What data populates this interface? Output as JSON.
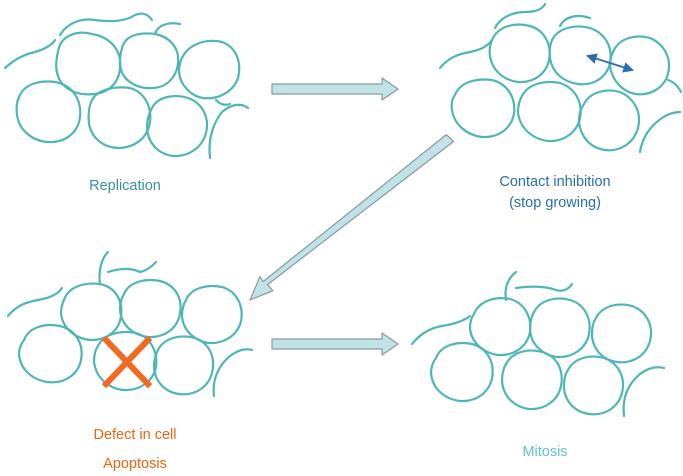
{
  "colors": {
    "cell_stroke": "#4fb6b8",
    "arrow_fill": "#bfe3e8",
    "arrow_stroke": "#8a9a9c",
    "replication_label": "#3a8f9e",
    "contact_label": "#2b6cb0",
    "contact_arrow": "#2b6cb0",
    "defect_label": "#e8650e",
    "defect_mark": "#f26a21",
    "mitosis_label": "#66c2c8"
  },
  "stages": {
    "replication": {
      "label": "Replication"
    },
    "contact_inhibition": {
      "label_line1": "Contact inhibition",
      "label_line2": "(stop growing)"
    },
    "defect": {
      "label": "Defect in cell",
      "sublabel": "Apoptosis"
    },
    "mitosis": {
      "label": "Mitosis"
    }
  },
  "icons": {
    "defect_mark": "x-mark-icon",
    "contact_arrow": "double-headed-arrow-icon",
    "flow_arrows": "block-arrow-icon"
  }
}
